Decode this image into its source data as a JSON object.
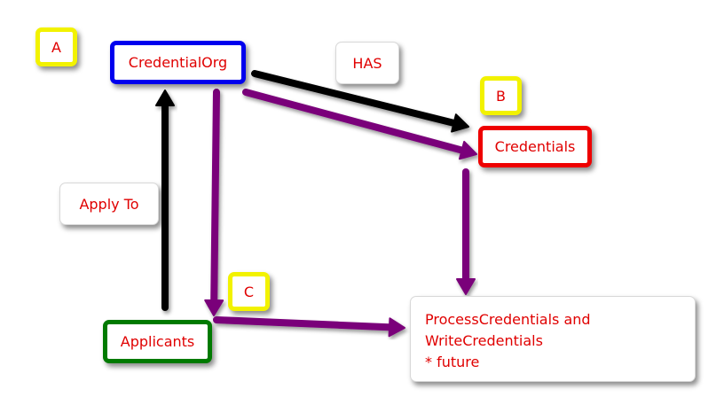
{
  "nodes": {
    "credential_org": "CredentialOrg",
    "credentials": "Credentials",
    "applicants": "Applicants",
    "process": [
      "ProcessCredentials and",
      "WriteCredentials",
      "* future"
    ]
  },
  "markers": {
    "a": "A",
    "b": "B",
    "c": "C"
  },
  "edge_labels": {
    "has": "HAS",
    "apply_to": "Apply To"
  },
  "colors": {
    "credential_org_border": "#0000ee",
    "credentials_border": "#ee0000",
    "applicants_border": "#007a00",
    "marker_border": "#f2f200",
    "text": "#e00000",
    "arrow_black": "#000000",
    "arrow_purple": "#7a007a"
  }
}
